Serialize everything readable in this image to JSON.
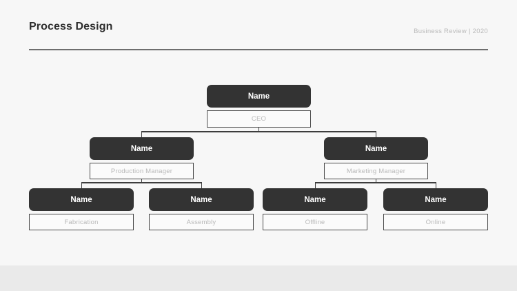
{
  "header": {
    "title": "Process Design",
    "meta": "Business Review | 2020"
  },
  "theme": {
    "page_background": "#f7f7f7",
    "band_background": "#eaeaea",
    "node_fill": "#333333",
    "node_text": "#ffffff",
    "sub_border": "#4a4a4a",
    "sub_text": "#b9b9b9",
    "connector": "#3d3d3d",
    "rule": "#6e6e6e"
  },
  "chart": {
    "type": "org-chart",
    "root": {
      "name": "Name",
      "role": "CEO"
    },
    "level2": [
      {
        "name": "Name",
        "role": "Production Manager"
      },
      {
        "name": "Name",
        "role": "Marketing Manager"
      }
    ],
    "level3": [
      {
        "name": "Name",
        "role": "Fabrication"
      },
      {
        "name": "Name",
        "role": "Assembly"
      },
      {
        "name": "Name",
        "role": "Offline"
      },
      {
        "name": "Name",
        "role": "Online"
      }
    ]
  }
}
